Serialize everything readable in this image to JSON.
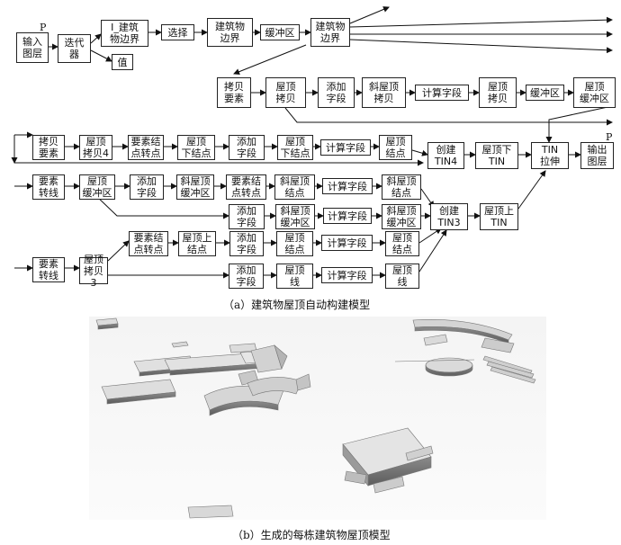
{
  "diagram": {
    "nodes": {
      "input1": "输入\n图层",
      "iter": "迭代\n器",
      "bound1": "I_建筑\n物边界",
      "select": "选择",
      "bound2": "建筑物\n边界",
      "buffer1": "缓冲区",
      "bound3": "建筑物\n边界",
      "value": "值",
      "copyElem": "拷贝\n要素",
      "roofCopy": "屋顶\n拷贝",
      "addField1": "添加\n字段",
      "slopeRoofCopy": "斜屋顶\n拷贝",
      "calcField1": "计算字段",
      "roofCopy2": "屋顶\n拷贝",
      "buffer2": "缓冲区",
      "roofBuffer1": "屋顶\n缓冲区",
      "r2_copyElem": "拷贝\n要素",
      "r2_roofCopy4": "屋顶\n拷贝4",
      "r2_nodeToPoint": "要素结\n点转点",
      "r2_roofLowerNode": "屋顶\n下结点",
      "r2_addField": "添加\n字段",
      "r2_roofLowerNode2": "屋顶\n下结点",
      "r2_calcField": "计算字段",
      "r2_roofNode": "屋顶\n结点",
      "createTin4": "创建\nTIN4",
      "roofLowerTin": "屋顶下\nTIN",
      "tinStretch": "TIN\n拉伸",
      "output": "输出\n图层",
      "r3_featToLine": "要素\n转线",
      "r3_roofBuffer": "屋顶\n缓冲区",
      "r3_addField": "添加\n字段",
      "r3_slopeRoofBuffer": "斜屋顶\n缓冲区",
      "r3_featNodeToPoint": "要素结\n点转点",
      "r3_slopeRoofNode": "斜屋顶\n结点",
      "r3_calcField": "计算字段",
      "r3_slopeRoofNode2": "斜屋顶\n结点",
      "r4_addField": "添加\n字段",
      "r4_slopeRoofBuffer": "斜屋顶\n缓冲区",
      "r4_calcField": "计算字段",
      "r4_slopeRoofBuffer2": "斜屋顶\n缓冲区",
      "createTin3": "创建\nTIN3",
      "roofUpperTin": "屋顶上\nTIN",
      "r5_nodeToPoint": "要素结\n点转点",
      "r5_roofUpperNode": "屋顶上\n结点",
      "r5_addField": "添加\n字段",
      "r5_roofNode": "屋顶\n结点",
      "r5_calcField": "计算字段",
      "r5_roofNode2": "屋顶\n结点",
      "r6_featToLine": "要素\n转线",
      "r6_roofCopy3": "屋顶\n拷贝3",
      "r6_addField": "添加\n字段",
      "r6_roofLine": "屋顶\n线",
      "r6_calcField": "计算字段",
      "r6_roofLine2": "屋顶\n线"
    },
    "markers": {
      "p1": "P",
      "p2": "P"
    }
  },
  "captions": {
    "a": "（a）建筑物屋顶自动构建模型",
    "b": "（b）生成的每栋建筑物屋顶模型"
  }
}
